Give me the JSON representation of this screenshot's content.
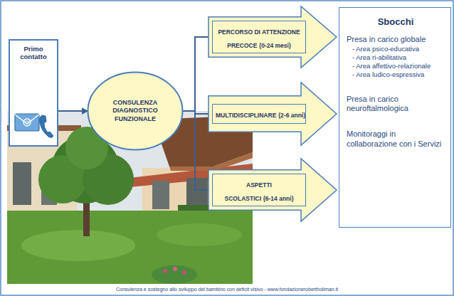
{
  "diagram": {
    "caption": "Consulenza e sostegno allo sviluppo del bambino con deficit visivo - www.fondazionerobertholiman.it",
    "nodes": [
      {
        "text": [
          "Primo contatto"
        ]
      },
      {
        "text": [
          "CONSULENZA DIAGNOSTICO FUNZIONALE"
        ]
      },
      {
        "text": [
          "PERCORSO DI ATTENZIONE PRECOCE",
          "(0-24 mesi)"
        ]
      },
      {
        "text": [
          "MULTIDISCIPLINARE",
          "(2-6 anni)"
        ]
      },
      {
        "text": [
          "ASPETTI SCOLASTICI",
          "(6-14 anni)"
        ]
      },
      {
        "text": [
          "Sbocchi",
          "Presa in carico globale",
          "- Area psico-educativa",
          "- Area ri-abilitativa",
          "- Area affettivo-relazionale",
          "- Area ludico-espressiva",
          "Presa in carico neuroftalmologica",
          "Monitoraggi in collaborazione con i Servizi"
        ]
      }
    ],
    "edges": [
      {
        "from": 0,
        "to": 1,
        "arrow": "to"
      },
      {
        "from": 1,
        "to": 2,
        "arrow": "none"
      },
      {
        "from": 1,
        "to": 3,
        "arrow": "none"
      },
      {
        "from": 1,
        "to": 4,
        "arrow": "none"
      }
    ]
  }
}
